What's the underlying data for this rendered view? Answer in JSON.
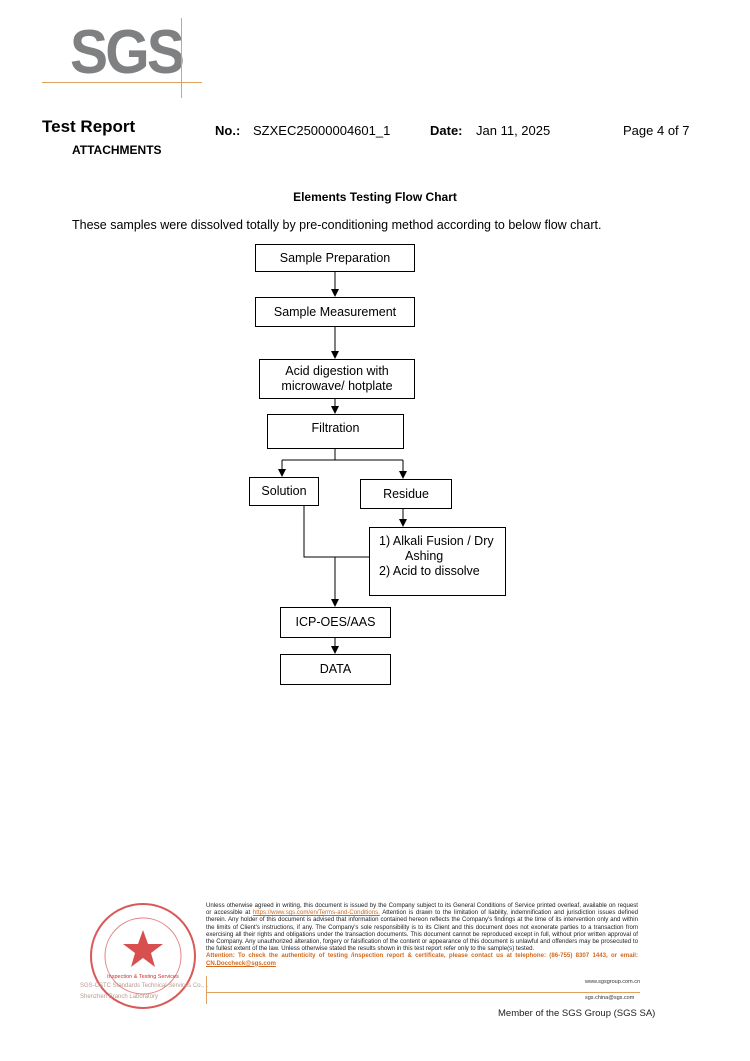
{
  "logo": {
    "text": "SGS"
  },
  "header": {
    "title": "Test Report",
    "no_label": "No.:",
    "no_value": "SZXEC25000004601_1",
    "date_label": "Date:",
    "date_value": "Jan 11, 2025",
    "page": "Page 4 of 7",
    "section": "ATTACHMENTS"
  },
  "main": {
    "heading": "Elements Testing Flow Chart",
    "intro": "These samples were dissolved totally by pre-conditioning method according to below flow chart."
  },
  "flowchart": {
    "steps": {
      "prep": "Sample Preparation",
      "measure": "Sample Measurement",
      "digest_1": "Acid digestion with",
      "digest_2": "microwave/ hotplate",
      "filtration": "Filtration",
      "solution": "Solution",
      "residue": "Residue",
      "alkali_1": "1) Alkali Fusion / Dry",
      "alkali_2": "Ashing",
      "alkali_3": "2) Acid to dissolve",
      "icp": "ICP-OES/AAS",
      "data": "DATA"
    }
  },
  "footer": {
    "legal_1": "Unless otherwise agreed in writing, this document is issued by the Company subject to its General Conditions of Service printed overleaf, available on request or accessible at ",
    "legal_link": "https://www.sgs.com/en/Terms-and-Conditions.",
    "legal_2": " Attention is drawn to the limitation of liability, indemnification and jurisdiction issues defined therein. Any holder of this document is advised that information contained hereon reflects the Company's findings at the time of its intervention only and within the limits of Client's instructions, if any. The Company's sole responsibility is to its Client and this document does not exonerate parties to a transaction from exercising all their rights and obligations under the transaction documents. This document cannot be reproduced except in full, without prior written approval of the Company. Any unauthorized alteration, forgery or falsification of the content or appearance of this document is unlawful and offenders may be prosecuted to the fullest extent of the law. Unless otherwise stated the results shown in this test report refer only to the sample(s) tested.",
    "attention": "Attention: To check the authenticity of testing /inspection report & certificate, please contact us at telephone: (86-755) 8307 1443, or email: ",
    "email": "CN.Doccheck@sgs.com",
    "website": "www.sgsgroup.com.cn",
    "email2": "sgs.china@sgs.com",
    "member": "Member of the SGS Group (SGS SA)",
    "seal_text": "Inspection & Testing Services",
    "company": "SGS-CSTC Standards Technical Services Co., Ltd. Shenzhen Branch Laboratory"
  },
  "colors": {
    "accent": "#e0a060",
    "logo_gray": "#7f8082",
    "seal_red": "#d03030"
  }
}
